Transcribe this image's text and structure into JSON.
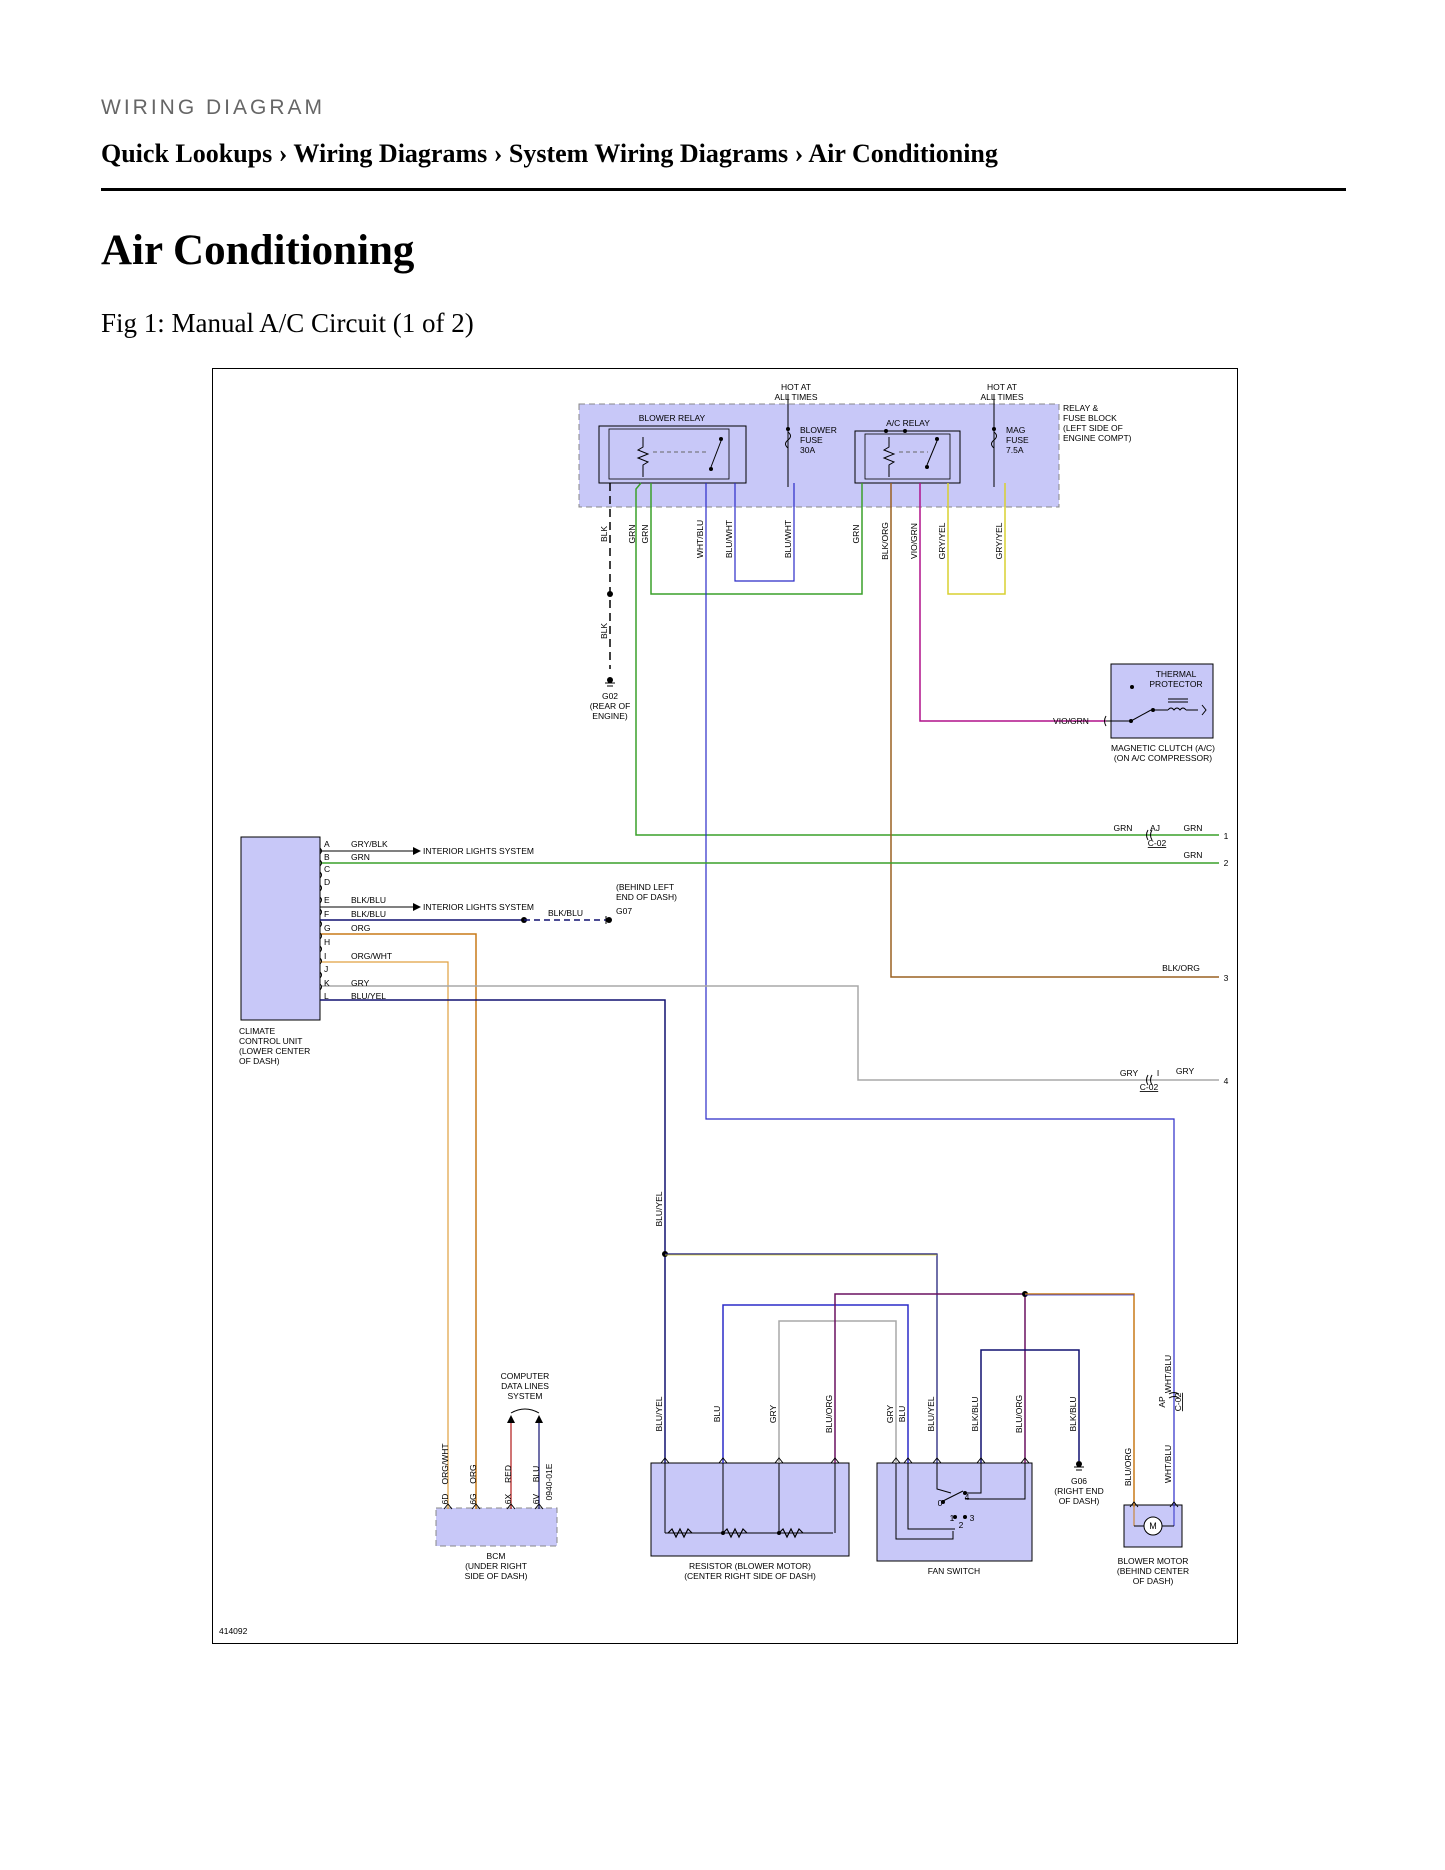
{
  "header": {
    "kicker": "WIRING DIAGRAM",
    "breadcrumb": "Quick Lookups › Wiring Diagrams › System Wiring Diagrams › Air Conditioning"
  },
  "page": {
    "title": "Air Conditioning",
    "figure_caption": "Fig 1: Manual A/C Circuit (1 of 2)"
  },
  "diagram": {
    "figure_id": "414092",
    "colors": {
      "box_fill": "#c8c8f8",
      "grn": "#3aa02a",
      "blu": "#2b2bc8",
      "org": "#c87a18",
      "vio": "#b0108a",
      "yel": "#d8d030",
      "gry": "#a8a8a8",
      "brn": "#9a6020",
      "navy": "#101070",
      "red": "#b01818"
    },
    "power": {
      "hot1": [
        "HOT AT",
        "ALL TIMES"
      ],
      "hot2": [
        "HOT AT",
        "ALL TIMES"
      ]
    },
    "relay_block": {
      "label": [
        "RELAY &",
        "FUSE BLOCK",
        "(LEFT SIDE OF",
        "ENGINE COMPT)"
      ],
      "blower_relay": "BLOWER RELAY",
      "ac_relay": "A/C RELAY",
      "blower_fuse": [
        "BLOWER",
        "FUSE",
        "30A"
      ],
      "mag_fuse": [
        "MAG",
        "FUSE",
        "7.5A"
      ],
      "wires": [
        "BLK",
        "GRN",
        "GRN",
        "WHT/BLU",
        "BLU/WHT",
        "BLU/WHT",
        "GRN",
        "BLK/ORG",
        "VIO/GRN",
        "GRY/YEL",
        "GRY/YEL"
      ]
    },
    "ground_g02": {
      "wire": "BLK",
      "label": [
        "G02",
        "(REAR OF",
        "ENGINE)"
      ]
    },
    "thermal": {
      "label": [
        "THERMAL",
        "PROTECTOR"
      ],
      "wire": "VIO/GRN",
      "clutch": [
        "MAGNETIC CLUTCH (A/C)",
        "(ON A/C COMPRESSOR)"
      ]
    },
    "ccu": {
      "pins": [
        "A",
        "B",
        "C",
        "D",
        "E",
        "F",
        "G",
        "H",
        "I",
        "J",
        "K",
        "L"
      ],
      "wires": [
        "GRY/BLK",
        "GRN",
        "BLK/BLU",
        "BLK/BLU",
        "ORG",
        "ORG/WHT",
        "GRY",
        "BLU/YEL"
      ],
      "label": [
        "CLIMATE",
        "CONTROL UNIT",
        "(LOWER CENTER",
        "OF DASH)"
      ],
      "interior1": "INTERIOR LIGHTS SYSTEM",
      "interior2": "INTERIOR LIGHTS SYSTEM",
      "g07_wire": "BLK/BLU",
      "g07": [
        "(BEHIND LEFT",
        "END OF DASH)",
        "G07"
      ]
    },
    "connectors": {
      "c02_aj": {
        "pin": "AJ",
        "name": "C-02",
        "left": "GRN",
        "right": "GRN"
      },
      "c02_i": {
        "pin": "I",
        "name": "C-02",
        "left": "GRY",
        "right": "GRY"
      },
      "c02_ap": {
        "pin": "AP",
        "name": "C-02"
      }
    },
    "right_edge": {
      "grn2": "GRN",
      "blkorg": "BLK/ORG",
      "refs": [
        "1",
        "2",
        "3",
        "4"
      ]
    },
    "lower": {
      "bluyel_vert": "BLU/YEL",
      "resistor_wires": [
        "BLU/YEL",
        "BLU",
        "GRY",
        "BLU/ORG"
      ],
      "fan_wires": [
        "GRY",
        "BLU",
        "BLU/YEL",
        "BLK/BLU",
        "BLU/ORG"
      ],
      "g06_wire": "BLK/BLU",
      "g06": [
        "G06",
        "(RIGHT END",
        "OF DASH)"
      ],
      "motor_wires": [
        "BLU/ORG",
        "WHT/BLU",
        "WHT/BLU"
      ],
      "resistor": [
        "RESISTOR (BLOWER MOTOR)",
        "(CENTER RIGHT SIDE OF DASH)"
      ],
      "fan_switch": "FAN SWITCH",
      "fan_positions": [
        "0",
        "1",
        "2",
        "3",
        "4"
      ],
      "motor": [
        "BLOWER MOTOR",
        "(BEHIND CENTER",
        "OF DASH)"
      ],
      "motor_symbol": "M"
    },
    "bcm": {
      "data_lines": [
        "COMPUTER",
        "DATA LINES",
        "SYSTEM"
      ],
      "pins": [
        "6D",
        "6G",
        "6X",
        "6V",
        "0940-01E"
      ],
      "wires": [
        "ORG/WHT",
        "ORG",
        "RED",
        "BLU"
      ],
      "label": [
        "BCM",
        "(UNDER RIGHT",
        "SIDE OF DASH)"
      ]
    }
  }
}
